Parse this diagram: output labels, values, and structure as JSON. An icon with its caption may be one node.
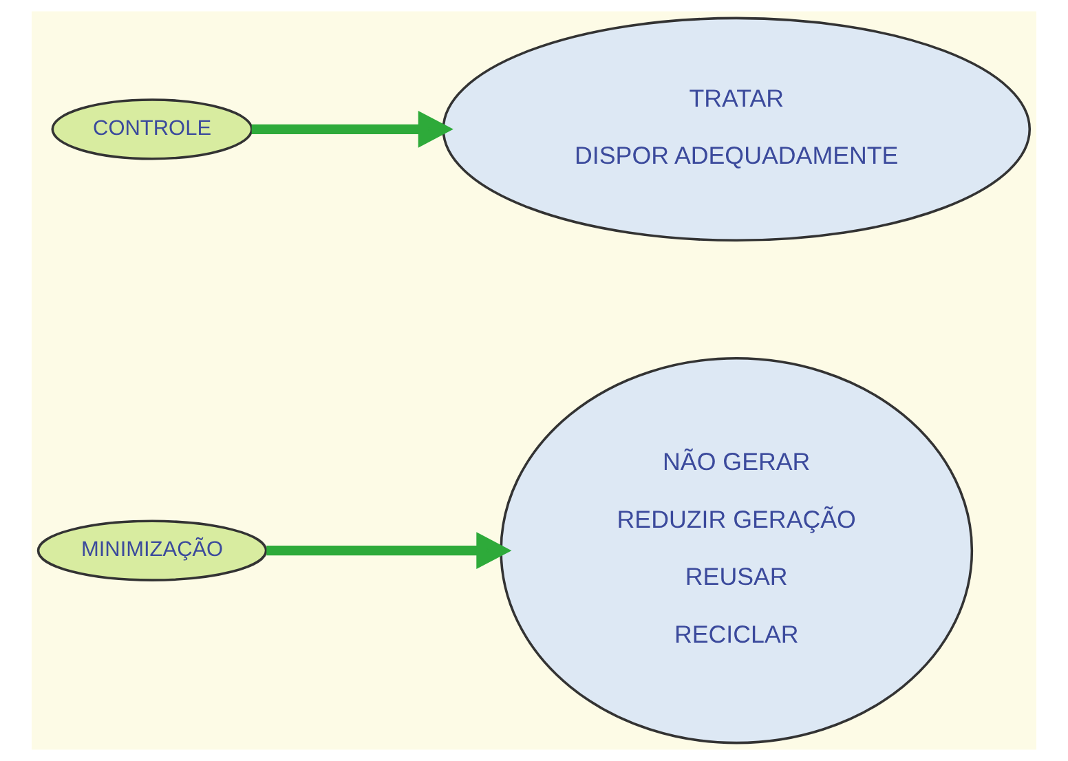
{
  "diagram": {
    "nodes": [
      {
        "text": [
          "MINIMIZAÇÃO"
        ]
      },
      {
        "text": [
          "NÃO GERAR",
          "REDUZIR GERAÇÃO",
          "REUSAR",
          "RECICLAR"
        ]
      },
      {
        "text": [
          "CONTROLE"
        ]
      },
      {
        "text": [
          "TRATAR",
          "DISPOR ADEQUADAMENTE"
        ]
      }
    ],
    "edges": [
      {
        "from": 0,
        "to": 1,
        "arrow": "to"
      },
      {
        "from": 2,
        "to": 3,
        "arrow": "to"
      }
    ]
  }
}
